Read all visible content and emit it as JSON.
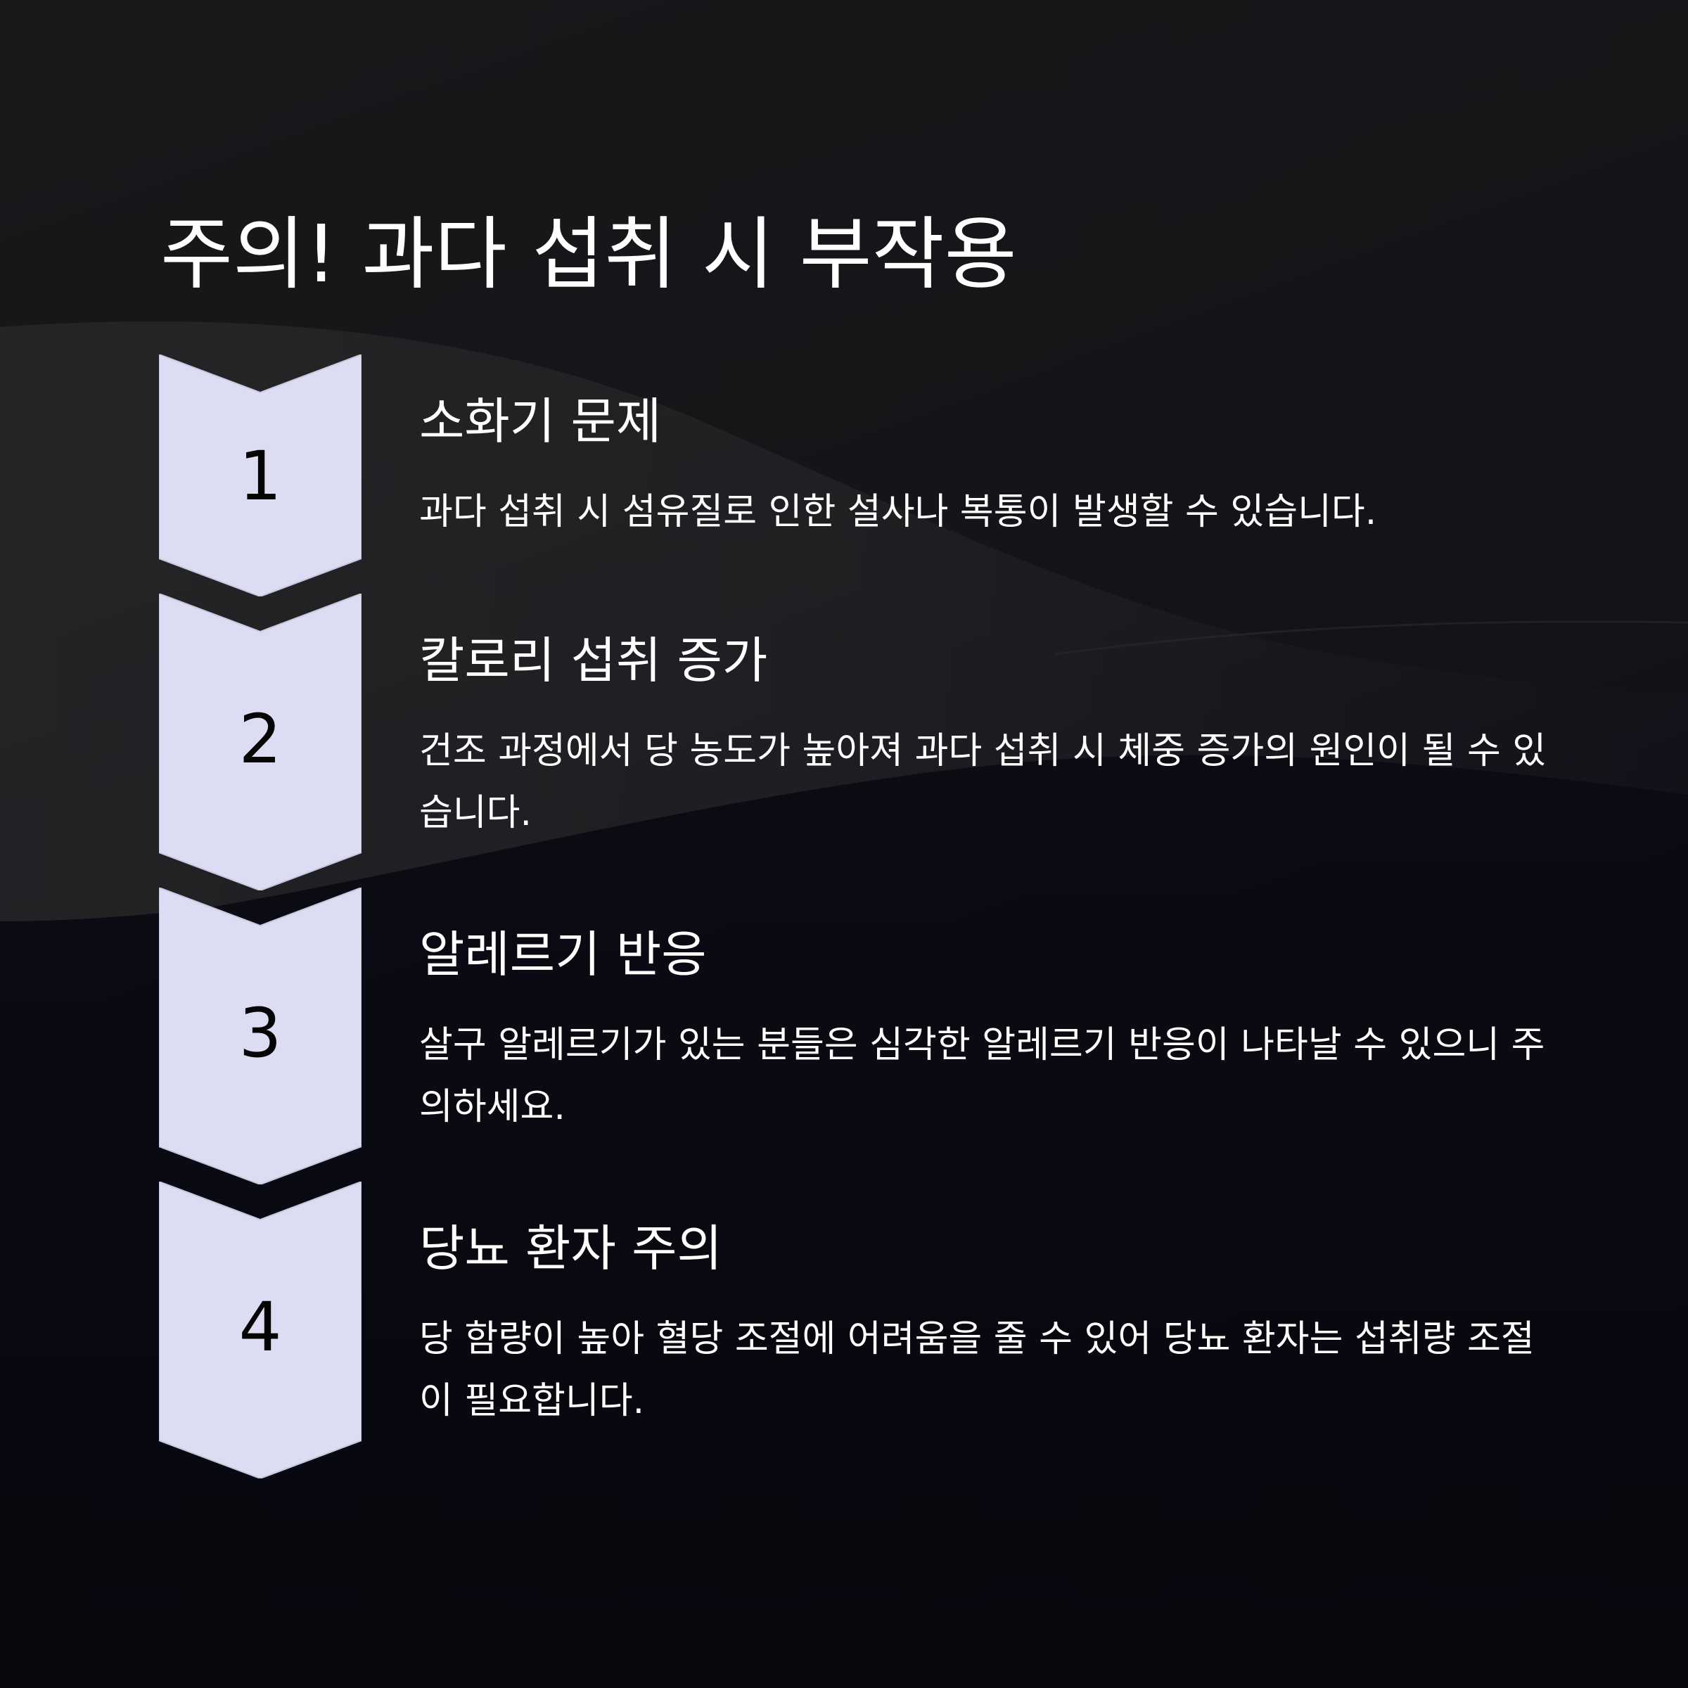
{
  "title": "주의! 과다 섭취 시 부작용",
  "colors": {
    "chevron_fill": "#dcdcf2",
    "chevron_stroke": "#c8c8e0",
    "text": "#ffffff",
    "number": "#050505"
  },
  "steps": [
    {
      "number": "1",
      "heading": "소화기 문제",
      "description": "과다 섭취 시 섬유질로 인한 설사나 복통이 발생할 수 있습니다."
    },
    {
      "number": "2",
      "heading": "칼로리 섭취 증가",
      "description": "건조 과정에서 당 농도가 높아져 과다 섭취 시 체중 증가의 원인이 될 수 있습니다."
    },
    {
      "number": "3",
      "heading": "알레르기 반응",
      "description": "살구 알레르기가 있는 분들은 심각한 알레르기 반응이 나타날 수 있으니 주의하세요."
    },
    {
      "number": "4",
      "heading": "당뇨 환자 주의",
      "description": "당 함량이 높아 혈당 조절에 어려움을 줄 수 있어 당뇨 환자는 섭취량 조절이 필요합니다."
    }
  ]
}
